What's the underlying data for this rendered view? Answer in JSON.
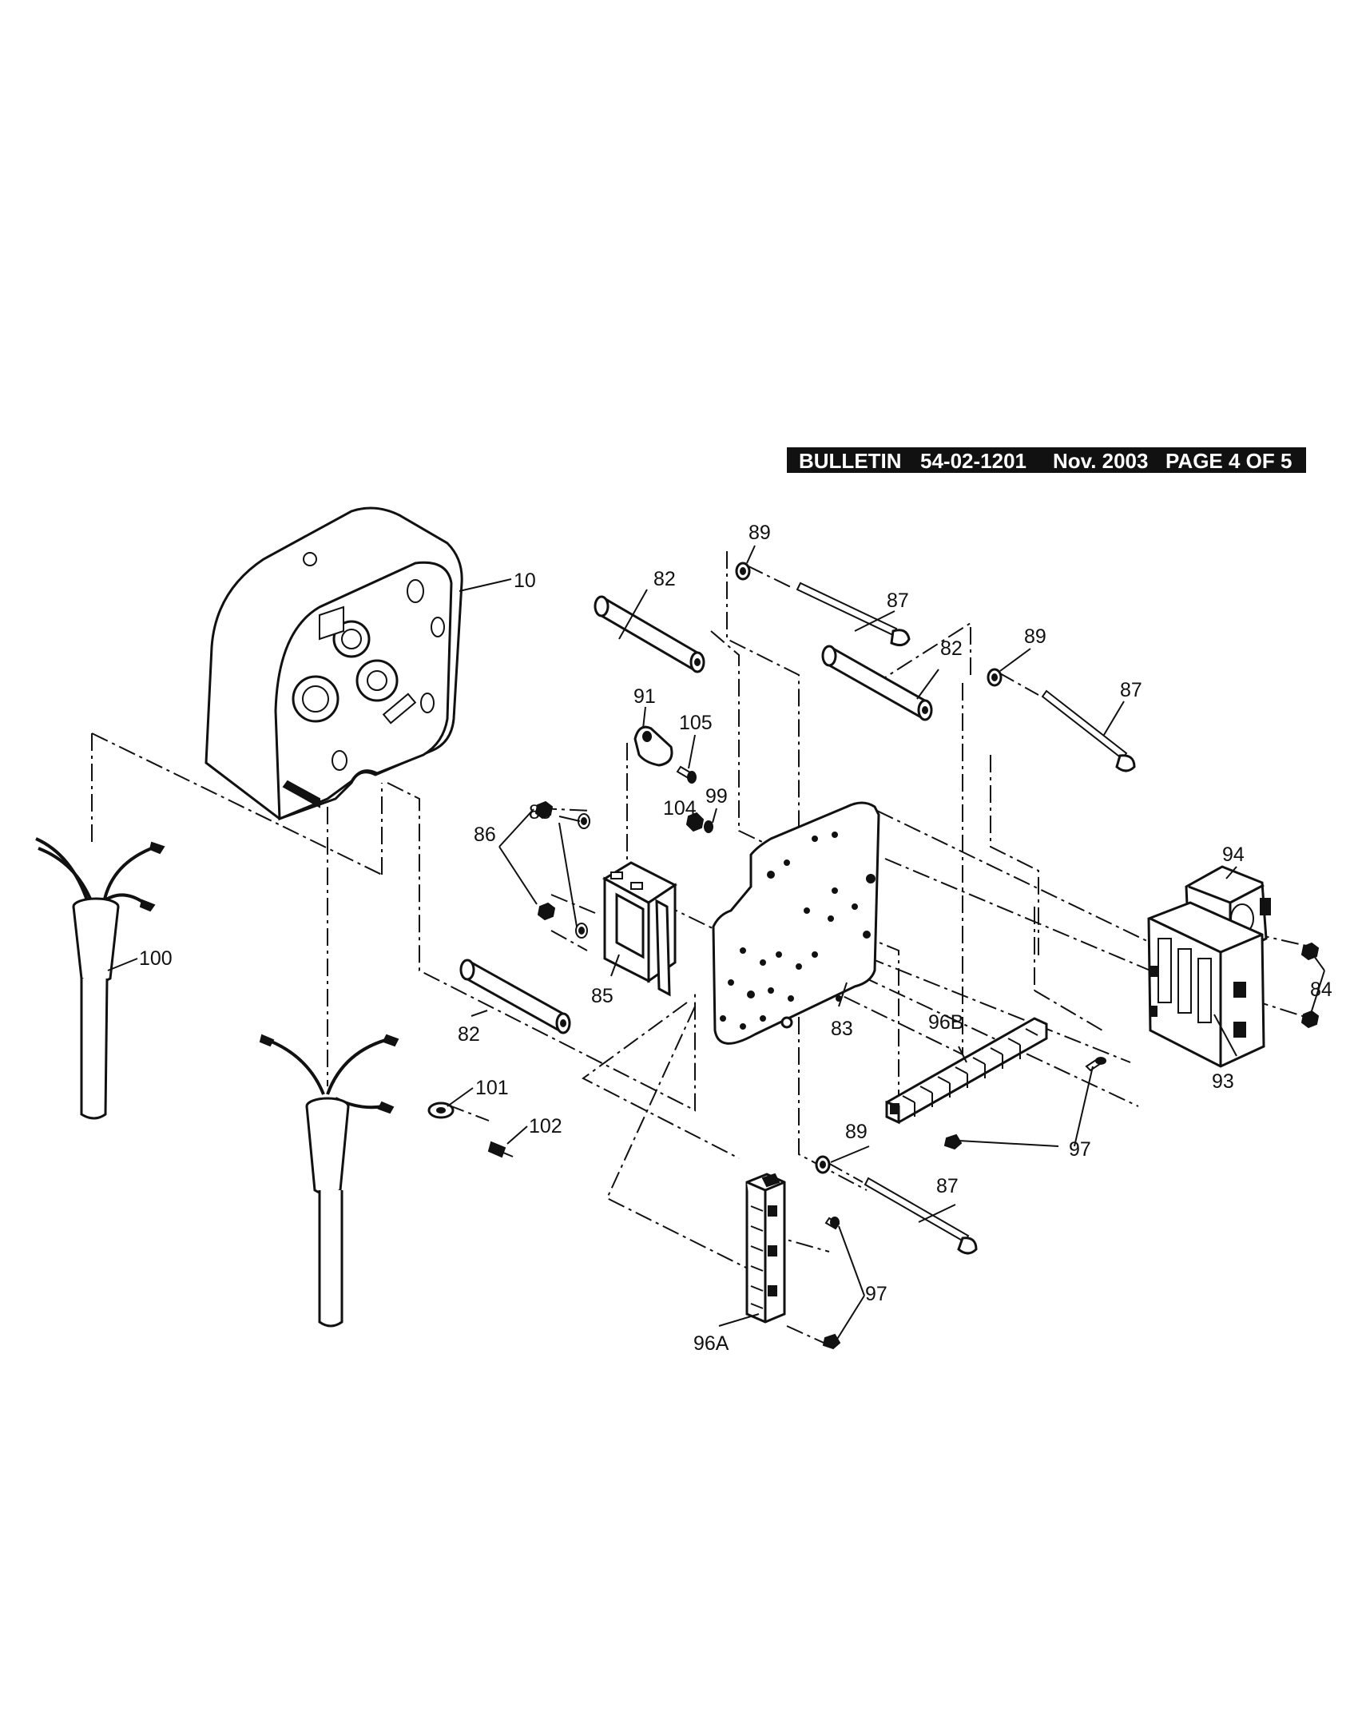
{
  "header": {
    "bulletin_label": "BULLETIN",
    "bulletin_number": "54-02-1201",
    "date": "Nov. 2003",
    "page": "PAGE 4 OF 5"
  },
  "labels": {
    "l10": "10",
    "l82a": "82",
    "l82b": "82",
    "l82c": "82",
    "l83": "83",
    "l84": "84",
    "l85": "85",
    "l86": "86",
    "l87a": "87",
    "l87b": "87",
    "l87c": "87",
    "l88": "88",
    "l89a": "89",
    "l89b": "89",
    "l89c": "89",
    "l91": "91",
    "l93": "93",
    "l94": "94",
    "l96a": "96A",
    "l96b": "96B",
    "l97a": "97",
    "l97b": "97",
    "l99": "99",
    "l100": "100",
    "l101": "101",
    "l102": "102",
    "l104": "104",
    "l105": "105"
  }
}
